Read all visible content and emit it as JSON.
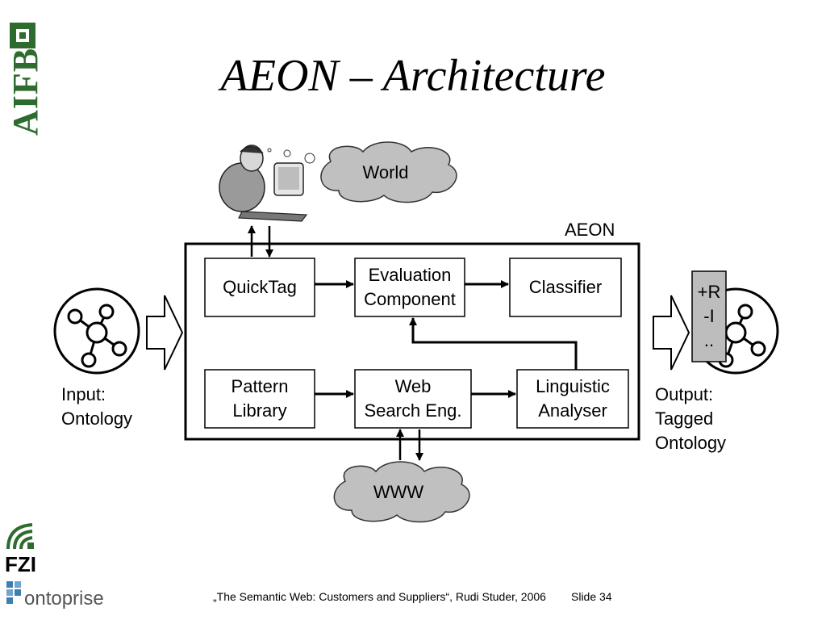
{
  "slide": {
    "title": "AEON – Architecture"
  },
  "diagram": {
    "container_label": "AEON",
    "clouds": {
      "world": "World",
      "www": "WWW"
    },
    "boxes": {
      "quicktag": "QuickTag",
      "evaluation": "Evaluation\nComponent",
      "classifier": "Classifier",
      "pattern_library": "Pattern\nLibrary",
      "web_search": "Web\nSearch Eng.",
      "linguistic": "Linguistic\nAnalyser"
    },
    "input_label": "Input:\nOntology",
    "output_label": "Output:\nTagged\nOntology",
    "tag_card": "+R\n-I\n.."
  },
  "logos": {
    "aifb": "AIFB",
    "fzi": "FZI",
    "ontoprise": "ontoprise"
  },
  "footer": {
    "citation": "„The Semantic Web: Customers and Suppliers“, Rudi Studer, 2006",
    "slide_number": "Slide 34"
  },
  "colors": {
    "cloud_fill": "#c0c0c0",
    "card_fill": "#bdbdbd",
    "logo_green": "#2e6b2e",
    "ontoprise_blue": "#3f7fb0"
  }
}
